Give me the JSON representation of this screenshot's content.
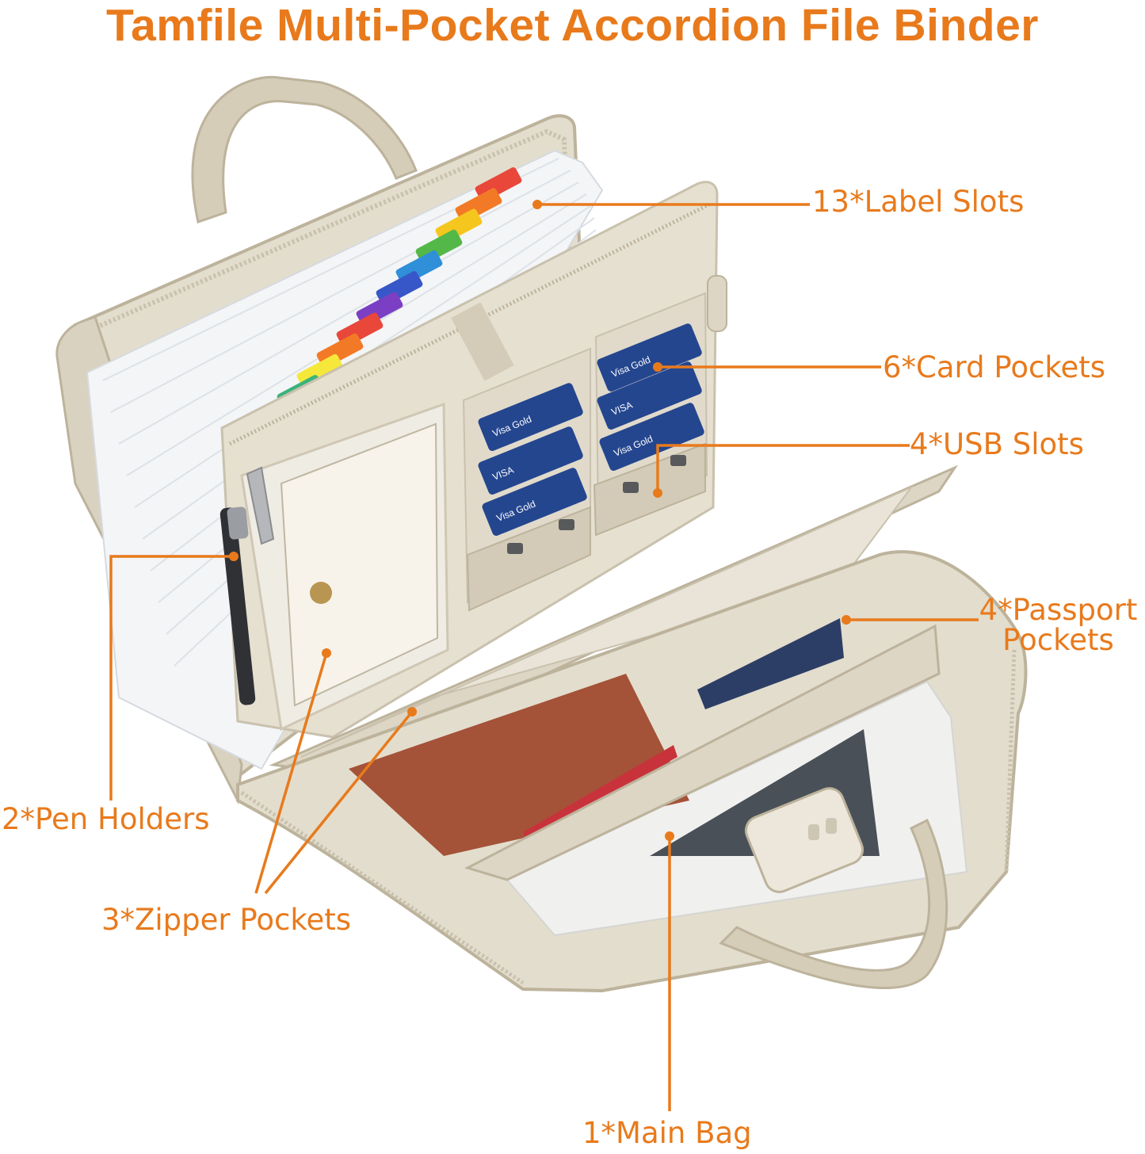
{
  "title": "Tamfile Multi-Pocket Accordion File Binder",
  "accent_color": "#e87a1c",
  "product_colors": {
    "body": "#e3ddcd",
    "body_shadow": "#c9c1ad",
    "trim": "#bdb39c",
    "accordion": "#f3f5f7"
  },
  "tab_colors": [
    "#e8473a",
    "#f27a26",
    "#f5c61e",
    "#54b848",
    "#2f8fd8",
    "#3757c8",
    "#7b3fc4",
    "#e8473a",
    "#f27a26",
    "#f5e83a",
    "#3bb37a"
  ],
  "card_text": {
    "visa_gold": "Visa Gold",
    "visa": "VISA"
  },
  "callouts": {
    "label_slots": "13*Label Slots",
    "card_pockets": "6*Card Pockets",
    "usb_slots": "4*USB Slots",
    "passport_pockets_line1": "4*Passport",
    "passport_pockets_line2": "Pockets",
    "pen_holders": "2*Pen Holders",
    "zipper_pockets": "3*Zipper Pockets",
    "main_bag": "1*Main Bag"
  }
}
